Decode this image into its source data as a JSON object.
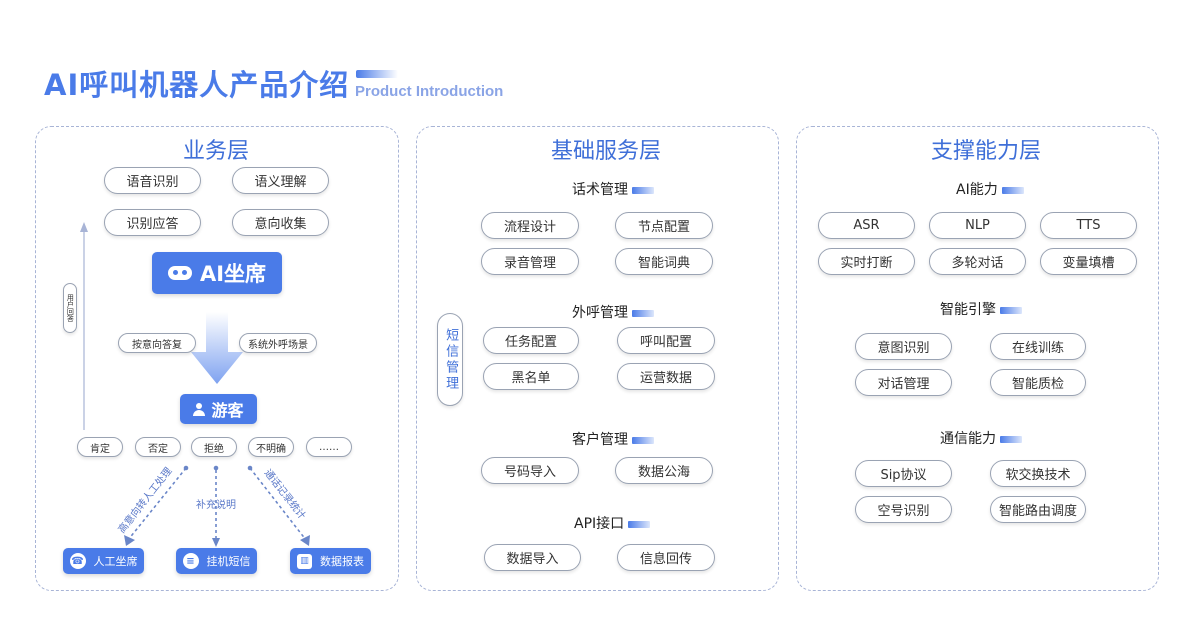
{
  "header": {
    "title": "AI呼叫机器人产品介绍",
    "subtitle": "Product Introduction"
  },
  "business": {
    "title": "业务层",
    "top_pills": [
      "语音识别",
      "语义理解",
      "识别应答",
      "意向收集"
    ],
    "ai_seat": "AI坐席",
    "middle_pills": [
      "按意向答复",
      "系统外呼场景"
    ],
    "vertical_label": "用户回答",
    "visitor": "游客",
    "answers": [
      "肯定",
      "否定",
      "拒绝",
      "不明确",
      "……"
    ],
    "diag_labels": [
      "高意向转人工处理",
      "补充说明",
      "通话记录统计"
    ],
    "bottom_buttons": [
      "人工坐席",
      "挂机短信",
      "数据报表"
    ]
  },
  "base": {
    "title": "基础服务层",
    "side_label": "短信管理",
    "sections": [
      {
        "title": "话术管理",
        "items": [
          "流程设计",
          "节点配置",
          "录音管理",
          "智能词典"
        ]
      },
      {
        "title": "外呼管理",
        "items": [
          "任务配置",
          "呼叫配置",
          "黑名单",
          "运营数据"
        ]
      },
      {
        "title": "客户管理",
        "items": [
          "号码导入",
          "数据公海"
        ]
      },
      {
        "title": "API接口",
        "items": [
          "数据导入",
          "信息回传"
        ]
      }
    ]
  },
  "support": {
    "title": "支撑能力层",
    "sections": [
      {
        "title": "AI能力",
        "items": [
          "ASR",
          "NLP",
          "TTS",
          "实时打断",
          "多轮对话",
          "变量填槽"
        ]
      },
      {
        "title": "智能引擎",
        "items": [
          "意图识别",
          "在线训练",
          "对话管理",
          "智能质检"
        ]
      },
      {
        "title": "通信能力",
        "items": [
          "Sip协议",
          "软交换技术",
          "空号识别",
          "智能路由调度"
        ]
      }
    ]
  },
  "colors": {
    "accent": "#4a7be8",
    "title": "#3f6fd8",
    "border": "#a8b4d6"
  }
}
